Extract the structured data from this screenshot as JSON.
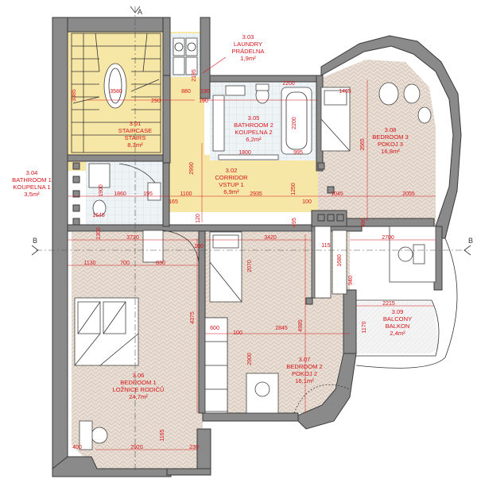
{
  "axis": {
    "section_a": "A",
    "section_b": "B"
  },
  "rooms": [
    {
      "number": "3.01",
      "name_en": "STAIRCASE",
      "name_cz": "STAIRS",
      "area": "8,3m²"
    },
    {
      "number": "3.02",
      "name_en": "CORRIDOR",
      "name_cz": "VSTUP 1",
      "area": "6,9m²"
    },
    {
      "number": "3.03",
      "name_en": "LAUNDRY",
      "name_cz": "PRÁDELNA",
      "area": "1,9m²"
    },
    {
      "number": "3.04",
      "name_en": "BATHROOM 1",
      "name_cz": "KOUPELNA 1",
      "area": "3,5m²"
    },
    {
      "number": "3.05",
      "name_en": "BATHROOM 2",
      "name_cz": "KOUPELNA 2",
      "area": "6,2m²"
    },
    {
      "number": "3.06",
      "name_en": "BEDROOM 1",
      "name_cz": "LOŽNICE RODIČŮ",
      "area": "24,7m²"
    },
    {
      "number": "3.07",
      "name_en": "BEDROOM 2",
      "name_cz": "POKOJ 2",
      "area": "16,1m²"
    },
    {
      "number": "3.08",
      "name_en": "BEDROOM 3",
      "name_cz": "POKOJ 3",
      "area": "16,8m²"
    },
    {
      "number": "3.09",
      "name_en": "BALCONY",
      "name_cz": "BALKON",
      "area": "2,4m²"
    }
  ],
  "dims": {
    "d3580": "3580",
    "d290a": "290",
    "d880": "880",
    "d190a": "190",
    "d190b": "190",
    "d2195": "2195",
    "d1405": "1405",
    "d3385": "3385",
    "d2200": "2200",
    "d995": "995",
    "d1800": "1800",
    "d3565": "3565",
    "d2990": "2990",
    "d1860": "1860",
    "d195": "195",
    "d1100": "1100",
    "d2935": "2935",
    "d1250": "1250",
    "d1045": "1045",
    "d2055": "2055",
    "d165": "165",
    "d100a": "100",
    "d1645": "1645",
    "d120": "120",
    "d495": "495",
    "d490": "490",
    "d3720": "3720",
    "d3420": "3420",
    "d2700": "2700",
    "d1130": "1130",
    "d700": "700",
    "d830": "830",
    "d115": "115",
    "d1680": "1680",
    "d2070": "2070",
    "d940": "940",
    "d100b": "100",
    "d100c": "100",
    "d4375": "4375",
    "d4985": "4985",
    "d600": "600",
    "d2845": "2845",
    "d2215": "2215",
    "d1170": "1170",
    "d2900": "2900",
    "d400": "400",
    "d2920": "2920",
    "d1165": "1165",
    "d230": "230",
    "d1300": "1300",
    "d1900": "1900",
    "d2200b": "2200"
  }
}
